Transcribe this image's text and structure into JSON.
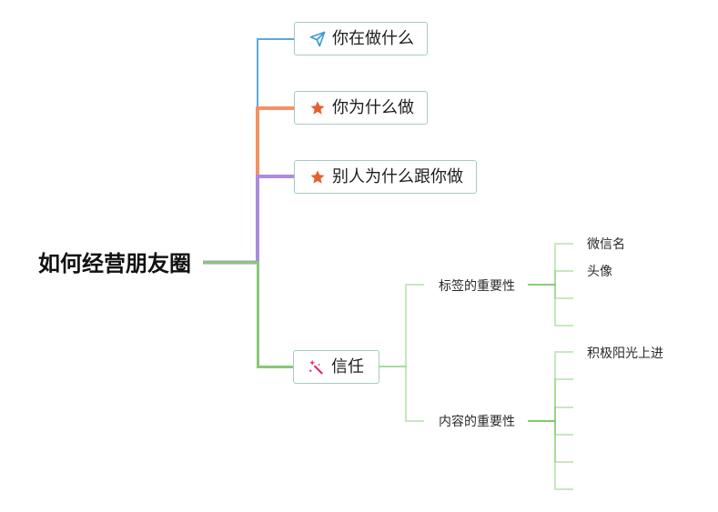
{
  "theme": {
    "canvas-bg": "#ffffff",
    "node-border": "#a6cbc3",
    "node-text": "#1e1e1e",
    "root-text": "#111111",
    "sub-text": "#2a2a2a"
  },
  "mindmap": {
    "root": {
      "label": "如何经营朋友圈"
    },
    "branches": [
      {
        "label": "你在做什么",
        "icon": "paper-plane-icon",
        "icon_color": "#3d9ad6",
        "line_color": "#5aa9da"
      },
      {
        "label": "你为什么做",
        "icon": "star-icon",
        "icon_color": "#e4602f",
        "line_color": "#f59163"
      },
      {
        "label": "别人为什么跟你做",
        "icon": "star-icon",
        "icon_color": "#e4602f",
        "line_color": "#ad8bdc"
      },
      {
        "label": "信任",
        "icon": "magic-wand-icon",
        "icon_color": "#e0286c",
        "line_color": "#86c976",
        "sub_line_color": "#7cc768",
        "children": [
          {
            "label": "标签的重要性",
            "children": [
              {
                "label": "微信名"
              },
              {
                "label": "头像"
              },
              {
                "label": ""
              },
              {
                "label": ""
              }
            ]
          },
          {
            "label": "内容的重要性",
            "children": [
              {
                "label": "积极阳光上进"
              },
              {
                "label": ""
              },
              {
                "label": ""
              },
              {
                "label": ""
              },
              {
                "label": ""
              },
              {
                "label": ""
              }
            ]
          }
        ]
      }
    ]
  }
}
